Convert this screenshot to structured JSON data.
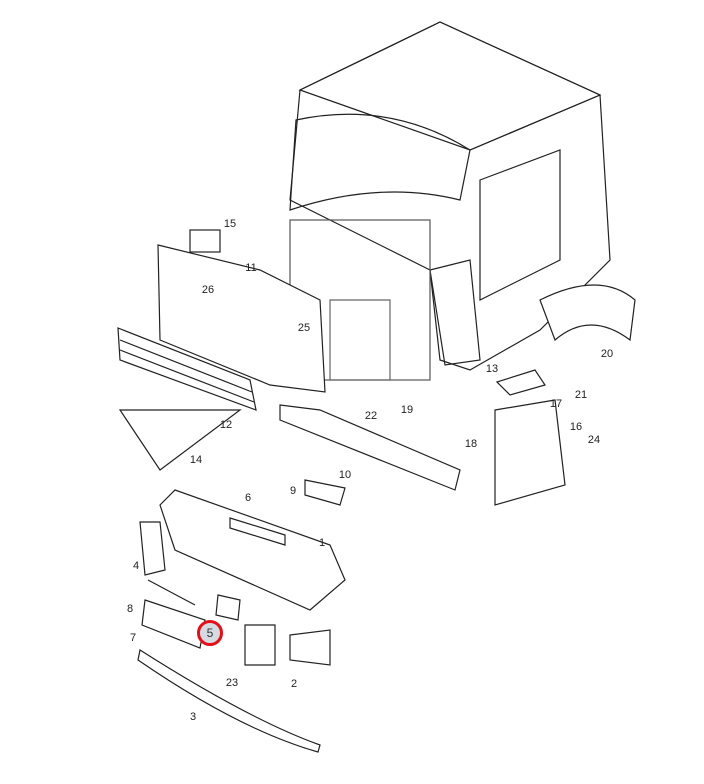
{
  "diagram": {
    "title": "Truck cab front parts exploded view",
    "highlighted_part": "5",
    "highlight_color": "#e3101a",
    "labels": [
      "15",
      "11",
      "26",
      "25",
      "12",
      "14",
      "13",
      "17",
      "21",
      "20",
      "22",
      "19",
      "18",
      "16",
      "24",
      "10",
      "9",
      "6",
      "1",
      "4",
      "8",
      "7",
      "5",
      "23",
      "2",
      "3"
    ]
  }
}
